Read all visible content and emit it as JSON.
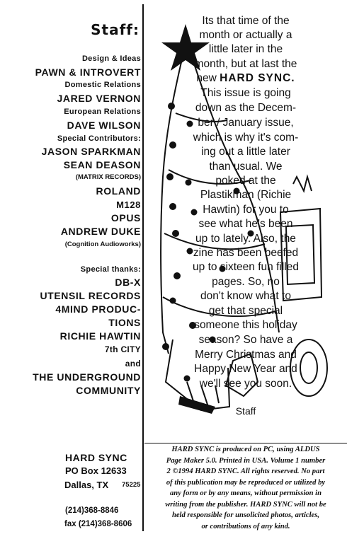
{
  "staff": {
    "title": "Staff:",
    "design_label": "Design & Ideas",
    "design_names": "PAWN & INTROVERT",
    "domestic_label": "Domestic Relations",
    "domestic_name": "JARED VERNON",
    "european_label": "European Relations",
    "european_name": "DAVE WILSON",
    "special_label": "Special Contributors:",
    "contributors": [
      "JASON SPARKMAN",
      "SEAN DEASON",
      "(MATRIX RECORDS)",
      "ROLAND",
      "M128",
      "OPUS",
      "ANDREW DUKE",
      "(Cognition Audioworks)"
    ],
    "thanks_label": "Special thanks:",
    "thanks": [
      "DB-X",
      "UTENSIL RECORDS",
      "4MIND PRODUC-",
      "TIONS",
      "RICHIE HAWTIN",
      "7th CITY",
      "and",
      "THE UNDERGROUND",
      "COMMUNITY"
    ]
  },
  "address": {
    "name": "HARD  SYNC",
    "box": "PO Box 12633",
    "city": "Dallas,  TX",
    "zip": "75225",
    "phone": "(214)368-8846",
    "fax": "fax  (214)368-8606"
  },
  "editorial": {
    "lines": [
      "Its that time of the",
      "month or actually a",
      "little later in the",
      "month, but at last the",
      "new",
      "This issue is going",
      "down as the Decem-",
      "ber / January issue,",
      "which is why it's com-",
      "ing out a little later",
      "than usual.  We",
      "poked at the",
      "Plastikman (Richie",
      "Hawtin) for you to",
      "see what he's been",
      "up to lately.  Also, the",
      "zine has been beefed",
      "up to sixteen fun filled",
      "pages.  So, no",
      "don't know what to",
      "get that special",
      "someone this holiday",
      "season?  So have a",
      "Merry Christmas and",
      "Happy New Year and",
      "we'll see you soon."
    ],
    "brand": "HARD SYNC.",
    "signature": "Staff"
  },
  "colophon": {
    "lines": [
      "HARD SYNC is produced on PC, using ALDUS",
      "Page Maker 5.0. Printed in USA. Volume 1 number",
      "2 ©1994 HARD SYNC. All rights reserved. No part",
      "of this publication may be reproduced or utilized by",
      "any form or by any means, without permission in",
      "writing from the publisher. HARD SYNC will not be",
      "held responsible for unsolicited photos, articles,",
      "or contributions of any kind."
    ]
  }
}
